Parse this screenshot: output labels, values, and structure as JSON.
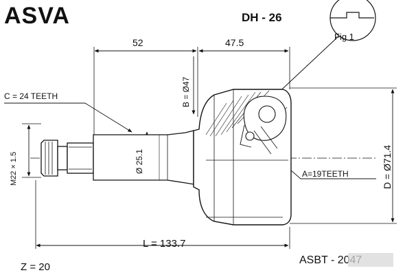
{
  "header": {
    "brand": "ASVA",
    "part_number": "DH - 26"
  },
  "figure": {
    "label": "Fig 1"
  },
  "dimensions": {
    "length_a": "52",
    "length_b": "47.5",
    "outer_teeth": "C = 24 TEETH",
    "b_diameter": "B = Ø47",
    "shaft_diameter": "Ø 25.1",
    "thread": "M22 × 1.5",
    "d_diameter": "D = Ø71.4",
    "inner_teeth": "A=19TEETH",
    "total_length": "L = 133.7"
  },
  "footer": {
    "z": "Z = 20",
    "code": "ASBT - 2047"
  },
  "colors": {
    "line": "#111111",
    "background": "#ffffff"
  }
}
